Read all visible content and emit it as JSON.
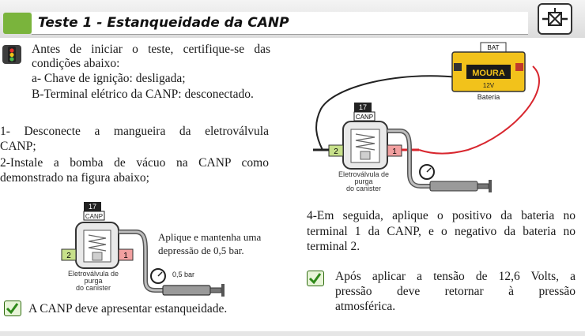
{
  "header": {
    "title": "Teste 1 - Estanqueidade da CANP",
    "icon": "canister-valve-icon"
  },
  "warning": {
    "icon": "traffic-light-icon",
    "lines": [
      "Antes de iniciar o teste, certifique-se das",
      "condições abaixo:",
      "a- Chave de ignição: desligada;",
      "B-Terminal elétrico da CANP: desconectado."
    ]
  },
  "steps_left": [
    "1- Desconecte a mangueira da eletroválvula",
    "CANP;",
    "2-Instale a bomba de vácuo na CANP como",
    "demonstrado na figura abaixo;"
  ],
  "figure_left": {
    "number": "17",
    "badge": "CANP",
    "terminal_left": "2",
    "terminal_right": "1",
    "valve_caption": [
      "Eletroválvula de",
      "purga",
      "do canister"
    ],
    "note": [
      "Aplique e mantenha uma",
      "depressão de 0,5 bar."
    ],
    "gauge_label": "0,5 bar"
  },
  "check_left": {
    "icon": "checkmark-icon",
    "text": "A CANP deve apresentar estanqueidade."
  },
  "figure_right": {
    "number": "17",
    "badge": "CANP",
    "terminal_left": "2",
    "terminal_right": "1",
    "valve_caption": [
      "Eletroválvula de",
      "purga",
      "do canister"
    ],
    "battery_tag": "BAT",
    "battery_brand": "MOURA",
    "battery_voltage": "12V",
    "battery_label": "Bateria"
  },
  "steps_right": [
    "4-Em seguida, aplique o positivo da bateria no",
    "terminal 1 da CANP, e o negativo da bateria no",
    "terminal 2."
  ],
  "check_right": {
    "icon": "checkmark-icon",
    "lines": [
      "Após aplicar a tensão de 12,6 Volts, a",
      "pressão deve retornar à pressão",
      "atmosférica."
    ]
  }
}
